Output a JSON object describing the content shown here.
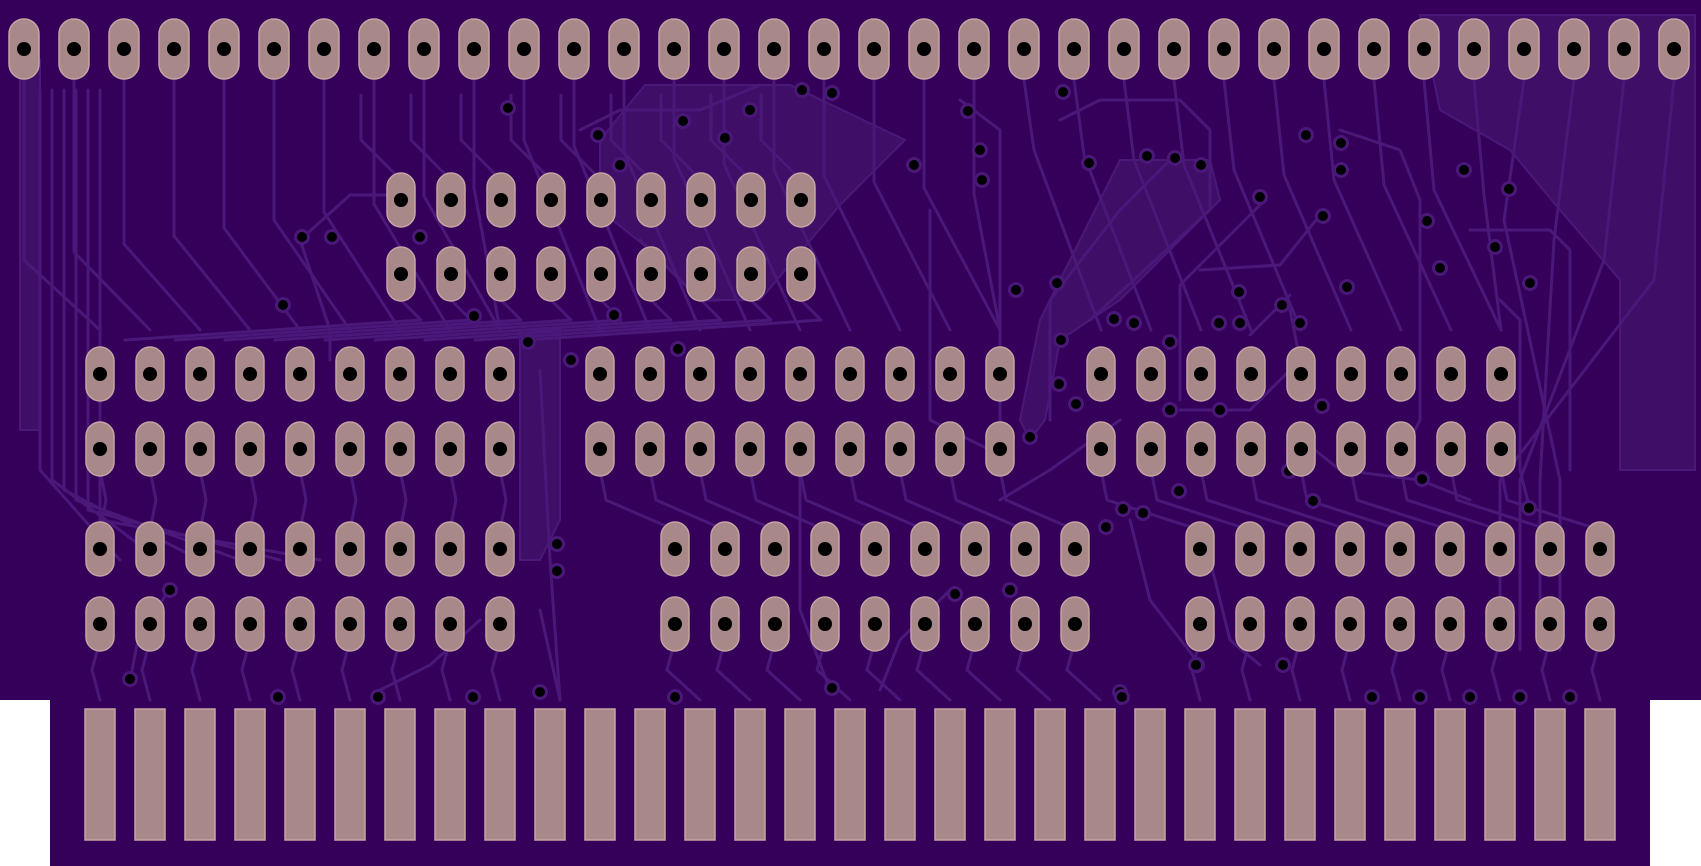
{
  "board": {
    "substrate_color": "#34005a",
    "copper_fill_color": "#3f0f68",
    "trace_color": "#4a1878",
    "pad_color": "#a88888",
    "pad_edge_color": "#c5a4a4",
    "drill_color": "#000000",
    "background_color": "#ffffff"
  },
  "components": {
    "top_header": {
      "name": "top-edge-header",
      "pin_count": 34
    },
    "edge_connector": {
      "name": "card-edge-connector",
      "finger_count": 31
    },
    "socket_small": {
      "name": "socket-small",
      "pins_per_row": 9,
      "rows": 2
    },
    "sockets_middle": [
      {
        "name": "socket-mid-left",
        "pins_per_row": 9,
        "rows": 2
      },
      {
        "name": "socket-mid-center",
        "pins_per_row": 9,
        "rows": 2
      },
      {
        "name": "socket-mid-right",
        "pins_per_row": 9,
        "rows": 2
      }
    ],
    "sockets_lower": [
      {
        "name": "socket-low-left",
        "pins_per_row": 9,
        "rows": 2
      },
      {
        "name": "socket-low-center",
        "pins_per_row": 9,
        "rows": 2
      },
      {
        "name": "socket-low-right",
        "pins_per_row": 9,
        "rows": 2
      }
    ]
  }
}
